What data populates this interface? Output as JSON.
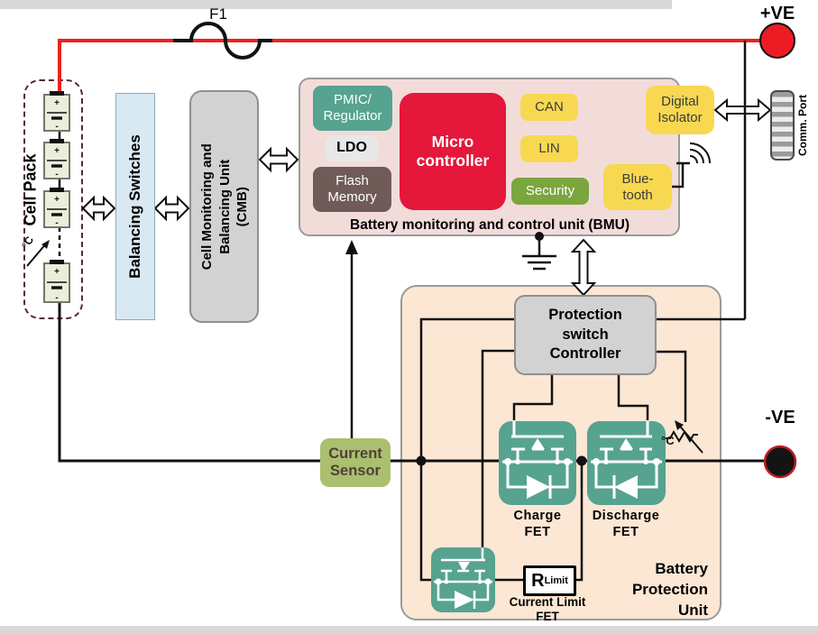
{
  "header": {
    "fuse_label": "F1",
    "positive_terminal": "+VE",
    "negative_terminal": "-VE"
  },
  "cell_pack": {
    "label": "Cell Pack",
    "temp_sensor": "°C",
    "cell_plus": "+",
    "cell_minus": "-"
  },
  "balancing_switches": {
    "label": "Balancing Switches"
  },
  "cmb": {
    "line1": "Cell Monitoring and",
    "line2": "Balancing Unit",
    "line3": "(CMB)"
  },
  "bmu": {
    "caption": "Battery monitoring and control unit (BMU)",
    "pmic_line1": "PMIC/",
    "pmic_line2": "Regulator",
    "ldo": "LDO",
    "flash_line1": "Flash",
    "flash_line2": "Memory",
    "mcu_line1": "Micro",
    "mcu_line2": "controller",
    "can": "CAN",
    "lin": "LIN",
    "security": "Security",
    "digital_isolator_line1": "Digital",
    "digital_isolator_line2": "Isolator",
    "bluetooth_line1": "Blue-",
    "bluetooth_line2": "tooth"
  },
  "comm_port": {
    "label": "Comm. Port"
  },
  "current_sensor": {
    "line1": "Current",
    "line2": "Sensor"
  },
  "bpu": {
    "caption_line1": "Battery",
    "caption_line2": "Protection",
    "caption_line3": "Unit",
    "psc_line1": "Protection",
    "psc_line2": "switch",
    "psc_line3": "Controller",
    "charge_fet_line1": "Charge",
    "charge_fet_line2": "FET",
    "discharge_fet_line1": "Discharge",
    "discharge_fet_line2": "FET",
    "clfet_line1": "Current Limit",
    "clfet_line2": "FET",
    "r_limit_base": "R",
    "r_limit_sub": "Limit",
    "temp_sensor": "°C"
  },
  "colors": {
    "wire_red": "#e8231f",
    "teal": "#56a390",
    "yellow": "#f8d851",
    "mcu_red": "#e5173a",
    "security_green": "#7ba63e",
    "sensor_green": "#abbf6e",
    "bmu_fill": "#f2dcda",
    "bpu_fill": "#fce7d4",
    "flash_brown": "#6f5c58"
  }
}
